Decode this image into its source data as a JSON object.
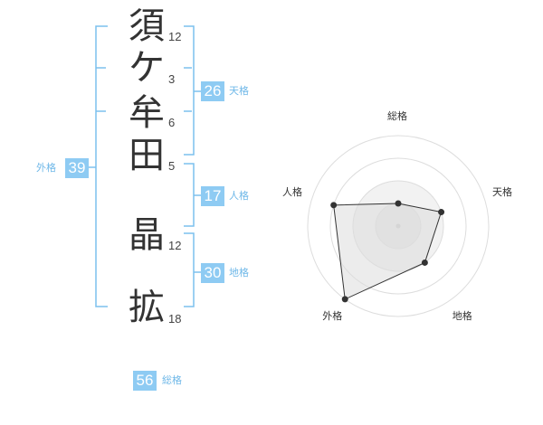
{
  "name_chars": [
    {
      "char": "須",
      "strokes": "12"
    },
    {
      "char": "ケ",
      "strokes": "3"
    },
    {
      "char": "牟",
      "strokes": "6"
    },
    {
      "char": "田",
      "strokes": "5"
    },
    {
      "char": "晶",
      "strokes": "12"
    },
    {
      "char": "拡",
      "strokes": "18"
    }
  ],
  "fortunes": {
    "tenkaku": {
      "value": "26",
      "label": "天格"
    },
    "jinkaku": {
      "value": "17",
      "label": "人格"
    },
    "chikaku": {
      "value": "30",
      "label": "地格"
    },
    "gaikaku": {
      "value": "39",
      "label": "外格"
    },
    "soukaku": {
      "value": "56",
      "label": "総格"
    }
  },
  "colors": {
    "accent": "#8ecbf3",
    "bracket": "#7cc0ee"
  },
  "chart_data": {
    "type": "radar",
    "axes": [
      "総格",
      "天格",
      "地格",
      "外格",
      "人格"
    ],
    "max": 4,
    "series": [
      {
        "values": [
          1,
          2,
          2,
          4,
          3
        ]
      }
    ]
  }
}
